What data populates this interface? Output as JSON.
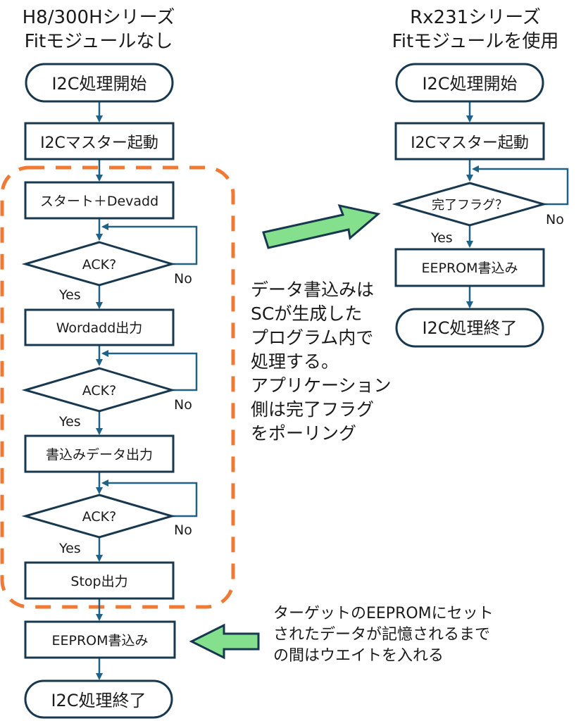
{
  "left_flow": {
    "title_lines": [
      "H8/300Hシリーズ",
      "Fitモジュールなし"
    ],
    "start": "I2C処理開始",
    "master_start": "I2Cマスター起動",
    "start_devadd": "スタート＋Devadd",
    "ack1": "ACK?",
    "wordadd": "Wordadd出力",
    "ack2": "ACK?",
    "write_data": "書込みデータ出力",
    "ack3": "ACK?",
    "stop": "Stop出力",
    "eeprom_write": "EEPROM書込み",
    "end": "I2C処理終了",
    "yes_label": "Yes",
    "no_label": "No"
  },
  "right_flow": {
    "title_lines": [
      "Rx231シリーズ",
      "Fitモジュールを使用"
    ],
    "start": "I2C処理開始",
    "master_start": "I2Cマスター起動",
    "done_flag": "完了フラグ？",
    "eeprom_write": "EEPROM書込み",
    "end": "I2C処理終了",
    "yes_label": "Yes",
    "no_label": "No"
  },
  "notes": {
    "polling_note": [
      "データ書込みは",
      "SCが生成した",
      "プログラム内で",
      "処理する。",
      "アプリケーション",
      "側は完了フラグ",
      "をポーリング"
    ],
    "wait_note": [
      "ターゲットのEEPROMにセット",
      "されたデータが記憶されるまで",
      "の間はウエイトを入れる"
    ]
  },
  "colors": {
    "shape_stroke": "#17384f",
    "connector": "#1f6285",
    "dashed_group": "#ee7a35",
    "arrow_fill": "#85e08e"
  }
}
